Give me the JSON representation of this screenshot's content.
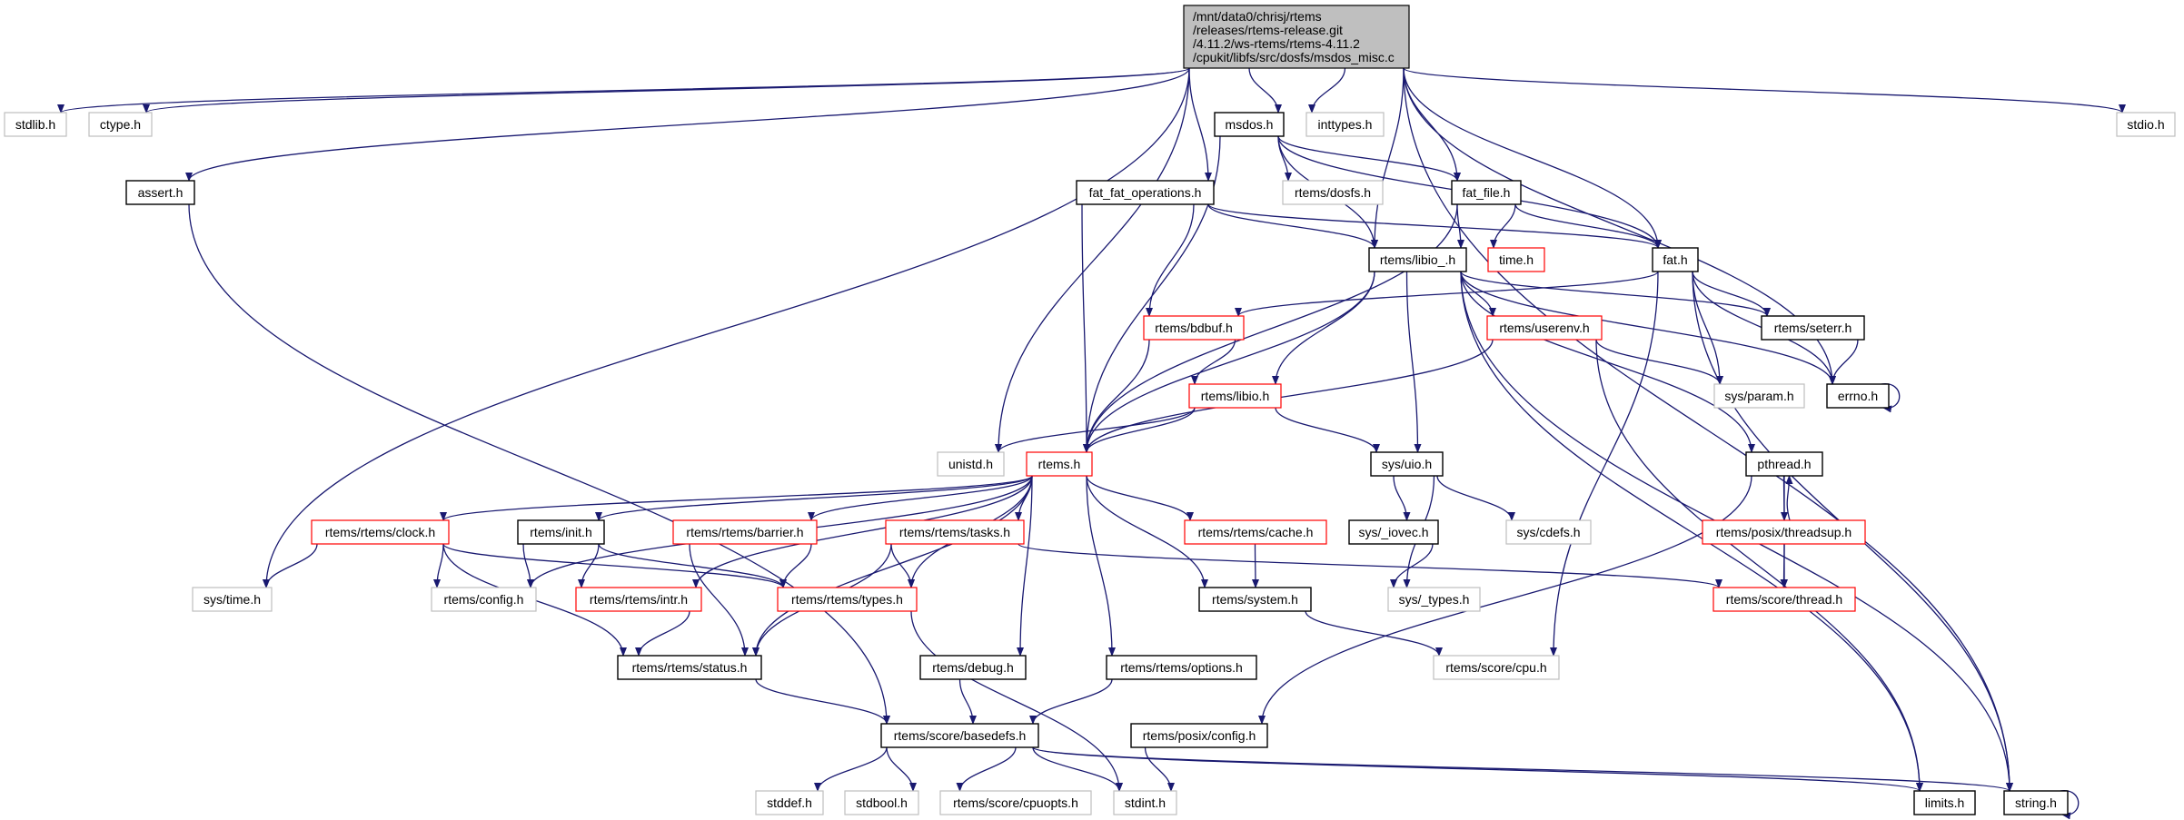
{
  "graph": {
    "root": {
      "id": "root",
      "lines": [
        "/mnt/data0/chrisj/rtems",
        "/releases/rtems-release.git",
        "/4.11.2/ws-rtems/rtems-4.11.2",
        "/cpukit/libfs/src/dosfs/msdos_misc.c"
      ]
    },
    "colors": {
      "edge": "#191970",
      "root_fill": "#bfbfbf",
      "documented_border": "#000000",
      "undocumented_border": "#bfbfbf",
      "truncated_border": "#ff0000"
    },
    "nodes": [
      {
        "id": "stdlib",
        "label": "stdlib.h",
        "kind": "undocumented"
      },
      {
        "id": "ctype",
        "label": "ctype.h",
        "kind": "undocumented"
      },
      {
        "id": "msdos",
        "label": "msdos.h",
        "kind": "documented"
      },
      {
        "id": "inttypes",
        "label": "inttypes.h",
        "kind": "undocumented"
      },
      {
        "id": "stdio",
        "label": "stdio.h",
        "kind": "undocumented"
      },
      {
        "id": "assert",
        "label": "assert.h",
        "kind": "documented"
      },
      {
        "id": "fatops",
        "label": "fat_fat_operations.h",
        "kind": "documented"
      },
      {
        "id": "dosfs",
        "label": "rtems/dosfs.h",
        "kind": "undocumented"
      },
      {
        "id": "fatfile",
        "label": "fat_file.h",
        "kind": "documented"
      },
      {
        "id": "libio_",
        "label": "rtems/libio_.h",
        "kind": "documented"
      },
      {
        "id": "timeh",
        "label": "time.h",
        "kind": "truncated"
      },
      {
        "id": "fat",
        "label": "fat.h",
        "kind": "documented"
      },
      {
        "id": "bdbuf",
        "label": "rtems/bdbuf.h",
        "kind": "truncated"
      },
      {
        "id": "userenv",
        "label": "rtems/userenv.h",
        "kind": "truncated"
      },
      {
        "id": "seterr",
        "label": "rtems/seterr.h",
        "kind": "documented"
      },
      {
        "id": "libio",
        "label": "rtems/libio.h",
        "kind": "truncated"
      },
      {
        "id": "param",
        "label": "sys/param.h",
        "kind": "undocumented"
      },
      {
        "id": "errno",
        "label": "errno.h",
        "kind": "documented"
      },
      {
        "id": "unistd",
        "label": "unistd.h",
        "kind": "undocumented"
      },
      {
        "id": "rtems",
        "label": "rtems.h",
        "kind": "truncated"
      },
      {
        "id": "uio",
        "label": "sys/uio.h",
        "kind": "documented"
      },
      {
        "id": "pthread",
        "label": "pthread.h",
        "kind": "documented"
      },
      {
        "id": "clock",
        "label": "rtems/rtems/clock.h",
        "kind": "truncated"
      },
      {
        "id": "init",
        "label": "rtems/init.h",
        "kind": "documented"
      },
      {
        "id": "barrier",
        "label": "rtems/rtems/barrier.h",
        "kind": "truncated"
      },
      {
        "id": "tasks",
        "label": "rtems/rtems/tasks.h",
        "kind": "truncated"
      },
      {
        "id": "cache",
        "label": "rtems/rtems/cache.h",
        "kind": "truncated"
      },
      {
        "id": "iovec",
        "label": "sys/_iovec.h",
        "kind": "documented"
      },
      {
        "id": "cdefs",
        "label": "sys/cdefs.h",
        "kind": "undocumented"
      },
      {
        "id": "threadsup",
        "label": "rtems/posix/threadsup.h",
        "kind": "truncated"
      },
      {
        "id": "systime",
        "label": "sys/time.h",
        "kind": "undocumented"
      },
      {
        "id": "config",
        "label": "rtems/config.h",
        "kind": "undocumented"
      },
      {
        "id": "intr",
        "label": "rtems/rtems/intr.h",
        "kind": "truncated"
      },
      {
        "id": "types",
        "label": "rtems/rtems/types.h",
        "kind": "truncated"
      },
      {
        "id": "system",
        "label": "rtems/system.h",
        "kind": "documented"
      },
      {
        "id": "systypes",
        "label": "sys/_types.h",
        "kind": "undocumented"
      },
      {
        "id": "thread",
        "label": "rtems/score/thread.h",
        "kind": "truncated"
      },
      {
        "id": "status",
        "label": "rtems/rtems/status.h",
        "kind": "documented"
      },
      {
        "id": "debug",
        "label": "rtems/debug.h",
        "kind": "documented"
      },
      {
        "id": "options",
        "label": "rtems/rtems/options.h",
        "kind": "documented"
      },
      {
        "id": "cpu",
        "label": "rtems/score/cpu.h",
        "kind": "undocumented"
      },
      {
        "id": "basedefs",
        "label": "rtems/score/basedefs.h",
        "kind": "documented"
      },
      {
        "id": "posixconfig",
        "label": "rtems/posix/config.h",
        "kind": "documented"
      },
      {
        "id": "stddef",
        "label": "stddef.h",
        "kind": "undocumented"
      },
      {
        "id": "stdbool",
        "label": "stdbool.h",
        "kind": "undocumented"
      },
      {
        "id": "cpuopts",
        "label": "rtems/score/cpuopts.h",
        "kind": "undocumented"
      },
      {
        "id": "stdint",
        "label": "stdint.h",
        "kind": "undocumented"
      },
      {
        "id": "limits",
        "label": "limits.h",
        "kind": "documented"
      },
      {
        "id": "string",
        "label": "string.h",
        "kind": "documented"
      }
    ],
    "edges": [
      [
        "root",
        "stdlib"
      ],
      [
        "root",
        "ctype"
      ],
      [
        "root",
        "assert"
      ],
      [
        "root",
        "unistd"
      ],
      [
        "root",
        "systime"
      ],
      [
        "root",
        "fatops"
      ],
      [
        "root",
        "msdos"
      ],
      [
        "root",
        "inttypes"
      ],
      [
        "root",
        "libio_"
      ],
      [
        "root",
        "fatfile"
      ],
      [
        "root",
        "fat"
      ],
      [
        "root",
        "errno"
      ],
      [
        "root",
        "string"
      ],
      [
        "root",
        "stdio"
      ],
      [
        "assert",
        "basedefs"
      ],
      [
        "msdos",
        "rtems"
      ],
      [
        "msdos",
        "libio_"
      ],
      [
        "msdos",
        "dosfs"
      ],
      [
        "msdos",
        "fatfile"
      ],
      [
        "msdos",
        "fat"
      ],
      [
        "fatops",
        "rtems"
      ],
      [
        "fatops",
        "bdbuf"
      ],
      [
        "fatops",
        "libio_"
      ],
      [
        "fatops",
        "fat"
      ],
      [
        "fatfile",
        "rtems"
      ],
      [
        "fatfile",
        "libio_"
      ],
      [
        "fatfile",
        "timeh"
      ],
      [
        "fatfile",
        "fat"
      ],
      [
        "fat",
        "bdbuf"
      ],
      [
        "fat",
        "seterr"
      ],
      [
        "fat",
        "errno"
      ],
      [
        "fat",
        "param"
      ],
      [
        "fat",
        "string"
      ],
      [
        "fat",
        "cpu"
      ],
      [
        "libio_",
        "libio"
      ],
      [
        "libio_",
        "rtems"
      ],
      [
        "libio_",
        "uio"
      ],
      [
        "libio_",
        "userenv"
      ],
      [
        "libio_",
        "seterr"
      ],
      [
        "libio_",
        "errno"
      ],
      [
        "libio_",
        "pthread"
      ],
      [
        "libio_",
        "limits"
      ],
      [
        "libio_",
        "string"
      ],
      [
        "bdbuf",
        "rtems"
      ],
      [
        "bdbuf",
        "libio"
      ],
      [
        "userenv",
        "rtems"
      ],
      [
        "userenv",
        "param"
      ],
      [
        "userenv",
        "limits"
      ],
      [
        "seterr",
        "errno"
      ],
      [
        "errno",
        "errno"
      ],
      [
        "libio",
        "unistd"
      ],
      [
        "libio",
        "rtems"
      ],
      [
        "libio",
        "uio"
      ],
      [
        "rtems",
        "clock"
      ],
      [
        "rtems",
        "init"
      ],
      [
        "rtems",
        "barrier"
      ],
      [
        "rtems",
        "tasks"
      ],
      [
        "rtems",
        "types"
      ],
      [
        "rtems",
        "cache"
      ],
      [
        "rtems",
        "config"
      ],
      [
        "rtems",
        "intr"
      ],
      [
        "rtems",
        "status"
      ],
      [
        "rtems",
        "system"
      ],
      [
        "rtems",
        "debug"
      ],
      [
        "rtems",
        "options"
      ],
      [
        "uio",
        "iovec"
      ],
      [
        "uio",
        "systypes"
      ],
      [
        "uio",
        "cdefs"
      ],
      [
        "iovec",
        "systypes"
      ],
      [
        "pthread",
        "threadsup"
      ],
      [
        "pthread",
        "thread"
      ],
      [
        "pthread",
        "posixconfig"
      ],
      [
        "threadsup",
        "pthread"
      ],
      [
        "threadsup",
        "thread"
      ],
      [
        "clock",
        "systime"
      ],
      [
        "clock",
        "config"
      ],
      [
        "clock",
        "types"
      ],
      [
        "clock",
        "status"
      ],
      [
        "init",
        "config"
      ],
      [
        "init",
        "intr"
      ],
      [
        "init",
        "types"
      ],
      [
        "barrier",
        "types"
      ],
      [
        "barrier",
        "status"
      ],
      [
        "tasks",
        "types"
      ],
      [
        "tasks",
        "status"
      ],
      [
        "tasks",
        "thread"
      ],
      [
        "cache",
        "system"
      ],
      [
        "intr",
        "status"
      ],
      [
        "types",
        "stdint"
      ],
      [
        "system",
        "cpu"
      ],
      [
        "status",
        "basedefs"
      ],
      [
        "debug",
        "basedefs"
      ],
      [
        "options",
        "basedefs"
      ],
      [
        "basedefs",
        "stddef"
      ],
      [
        "basedefs",
        "stdbool"
      ],
      [
        "basedefs",
        "cpuopts"
      ],
      [
        "basedefs",
        "stdint"
      ],
      [
        "basedefs",
        "limits"
      ],
      [
        "basedefs",
        "string"
      ],
      [
        "posixconfig",
        "stdint"
      ],
      [
        "string",
        "string"
      ]
    ]
  }
}
